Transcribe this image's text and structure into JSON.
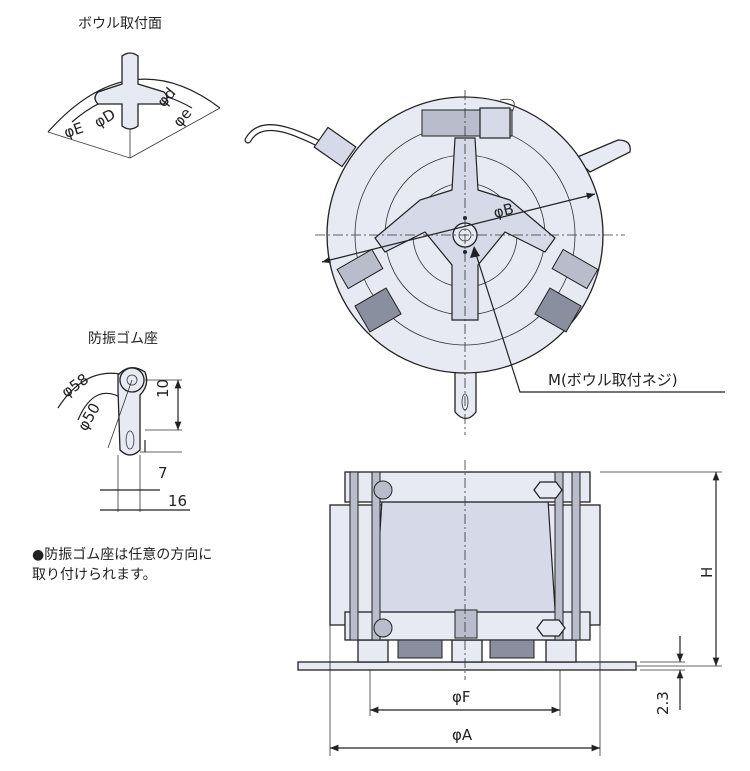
{
  "labels": {
    "bowl_mount_face": "ボウル取付面",
    "phi_E": "φE",
    "phi_D": "φD",
    "phi_d": "φd",
    "phi_e": "φe",
    "phi_B": "φB",
    "M_screw": "M(ボウル取付ネジ)",
    "rubber_mount": "防振ゴム座",
    "phi_58": "φ58",
    "phi_50": "φ50",
    "dim_10": "10",
    "dim_7": "7",
    "dim_16": "16",
    "H": "H",
    "phi_F": "φF",
    "phi_A": "φA",
    "dim_2_3": "2.3"
  },
  "note": {
    "bullet": "●",
    "line1": "防振ゴム座は任意の方向に",
    "line2": "取り付けられます。"
  }
}
